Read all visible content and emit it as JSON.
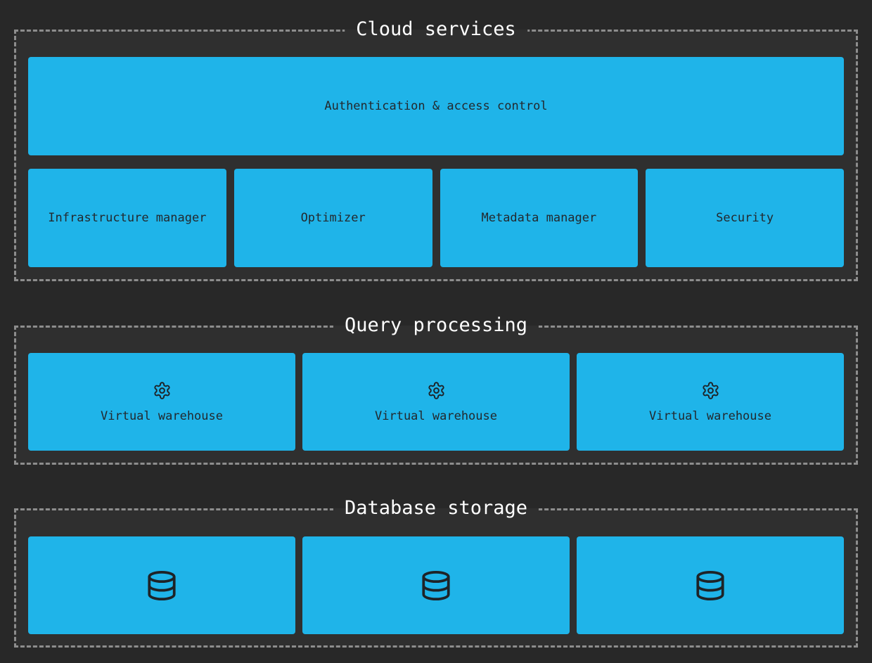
{
  "colors": {
    "background": "#282828",
    "section_background": "#2f2f2f",
    "section_border": "#8d8d8d",
    "box_fill": "#1fb4e9",
    "box_text": "#23292e",
    "title_text": "#ffffff"
  },
  "sections": {
    "cloud_services": {
      "title": "Cloud services",
      "auth_box": "Authentication & access control",
      "boxes": [
        "Infrastructure manager",
        "Optimizer",
        "Metadata manager",
        "Security"
      ]
    },
    "query_processing": {
      "title": "Query processing",
      "icon": "gear-icon",
      "boxes": [
        "Virtual warehouse",
        "Virtual warehouse",
        "Virtual warehouse"
      ]
    },
    "database_storage": {
      "title": "Database storage",
      "icon": "database-icon",
      "boxes": [
        "",
        "",
        ""
      ]
    }
  }
}
